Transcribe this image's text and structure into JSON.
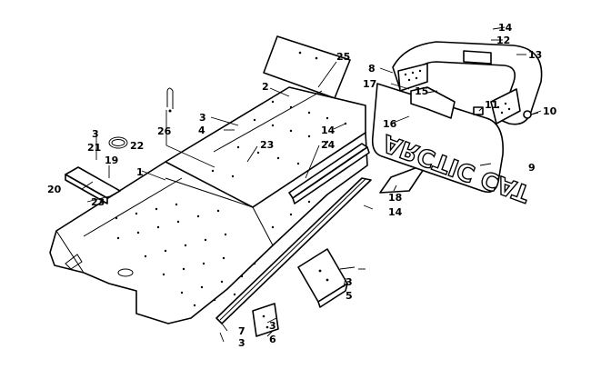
{
  "figure": {
    "flap_decal_text": "ARCTIC CAT",
    "callouts": [
      {
        "id": "c-1",
        "label": "1"
      },
      {
        "id": "c-2",
        "label": "2"
      },
      {
        "id": "c-3a",
        "label": "3"
      },
      {
        "id": "c-3b",
        "label": "3"
      },
      {
        "id": "c-3c",
        "label": "3"
      },
      {
        "id": "c-3d",
        "label": "3"
      },
      {
        "id": "c-3e",
        "label": "3"
      },
      {
        "id": "c-4",
        "label": "4"
      },
      {
        "id": "c-5",
        "label": "5"
      },
      {
        "id": "c-6",
        "label": "6"
      },
      {
        "id": "c-7",
        "label": "7"
      },
      {
        "id": "c-8",
        "label": "8"
      },
      {
        "id": "c-9",
        "label": "9"
      },
      {
        "id": "c-10",
        "label": "10"
      },
      {
        "id": "c-11",
        "label": "11"
      },
      {
        "id": "c-12",
        "label": "12"
      },
      {
        "id": "c-13",
        "label": "13"
      },
      {
        "id": "c-14a",
        "label": "14"
      },
      {
        "id": "c-14b",
        "label": "14"
      },
      {
        "id": "c-14c",
        "label": "14"
      },
      {
        "id": "c-15",
        "label": "15"
      },
      {
        "id": "c-16",
        "label": "16"
      },
      {
        "id": "c-17",
        "label": "17"
      },
      {
        "id": "c-18",
        "label": "18"
      },
      {
        "id": "c-19",
        "label": "19"
      },
      {
        "id": "c-20",
        "label": "20"
      },
      {
        "id": "c-21",
        "label": "21"
      },
      {
        "id": "c-22",
        "label": "22"
      },
      {
        "id": "c-23a",
        "label": "23"
      },
      {
        "id": "c-23b",
        "label": "23"
      },
      {
        "id": "c-24",
        "label": "24"
      },
      {
        "id": "c-25",
        "label": "25"
      },
      {
        "id": "c-26",
        "label": "26"
      }
    ]
  }
}
